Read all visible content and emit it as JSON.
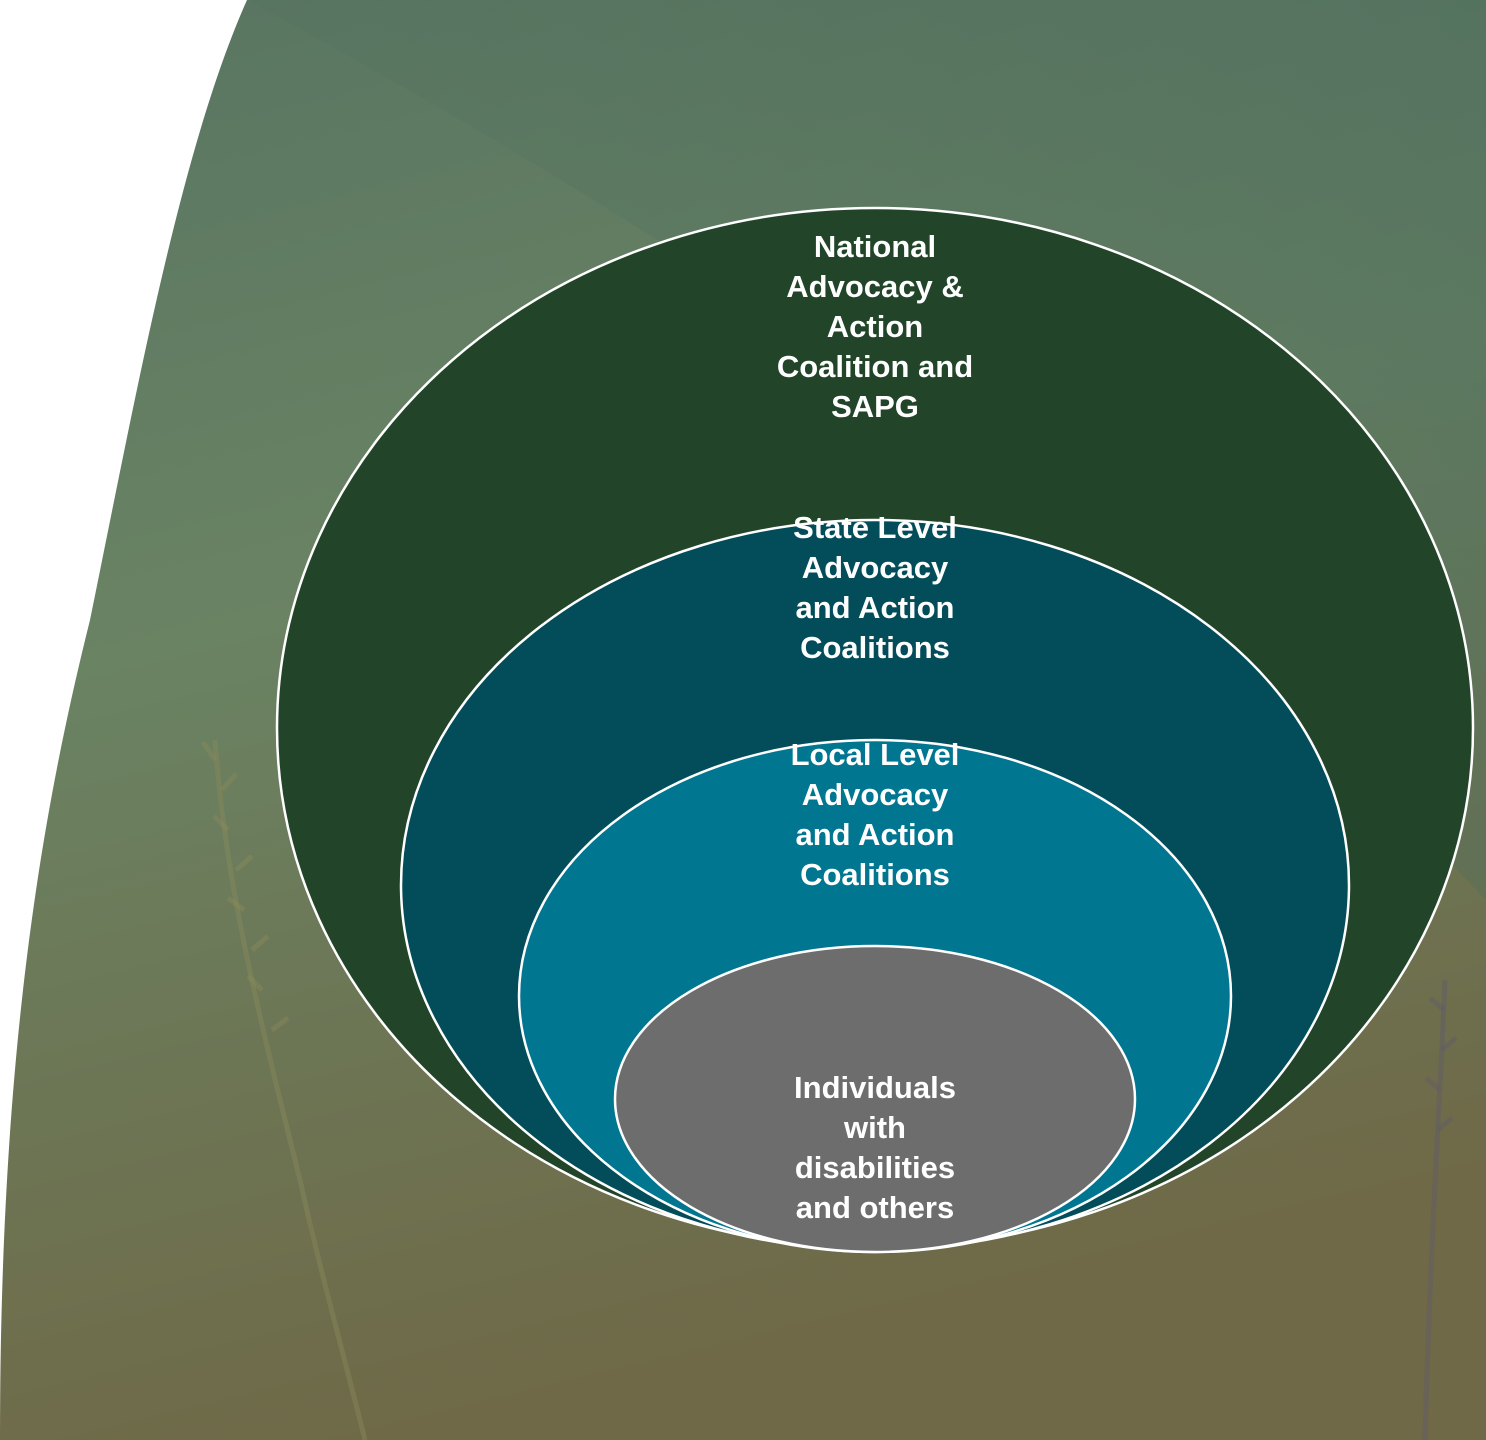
{
  "diagram": {
    "type": "nested-circles",
    "layers": [
      {
        "label": "National\nAdvocacy &\nAction\nCoalition and\nSAPG",
        "color": "#22452a"
      },
      {
        "label": "State Level\nAdvocacy\nand Action\nCoalitions",
        "color": "#034d5b"
      },
      {
        "label": "Local Level\nAdvocacy\nand Action\nCoalitions",
        "color": "#017690"
      },
      {
        "label": "Individuals\nwith\ndisabilities\nand others",
        "color": "#6d6d6d"
      }
    ],
    "outline_color": "#ffffff",
    "background": {
      "top_color": "#587562",
      "mid_color": "#6a8363",
      "bottom_color": "#6f6947"
    }
  }
}
